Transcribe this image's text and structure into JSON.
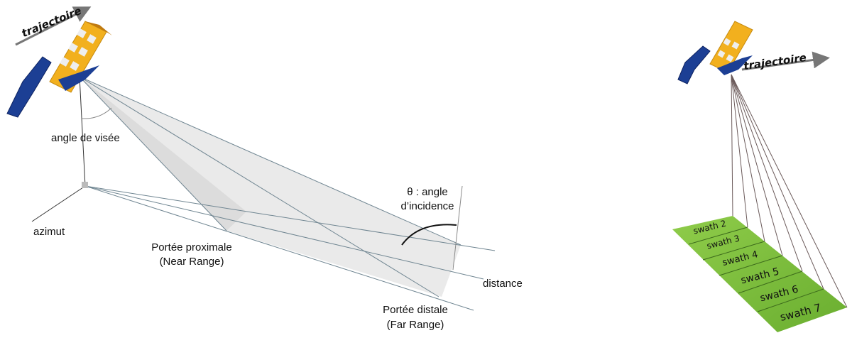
{
  "left_diagram": {
    "trajectory_label": "trajectoire",
    "look_angle_label": "angle de visée",
    "azimuth_label": "azimut",
    "near_range_label": "Portée proximale",
    "near_range_sub": "(Near Range)",
    "incidence_label_1": "θ : angle",
    "incidence_label_2": "d’incidence",
    "distance_label": "distance",
    "far_range_label": "Portée distale",
    "far_range_sub": "(Far Range)"
  },
  "right_diagram": {
    "trajectory_label": "trajectoire",
    "swaths": [
      "swath 2",
      "swath 3",
      "swath 4",
      "swath 5",
      "swath 6",
      "swath 7"
    ]
  },
  "colors": {
    "panel": "#1c3f94",
    "body": "#f2b01e",
    "swath": "#7cbf3c",
    "beam": "#d9d9d9"
  }
}
